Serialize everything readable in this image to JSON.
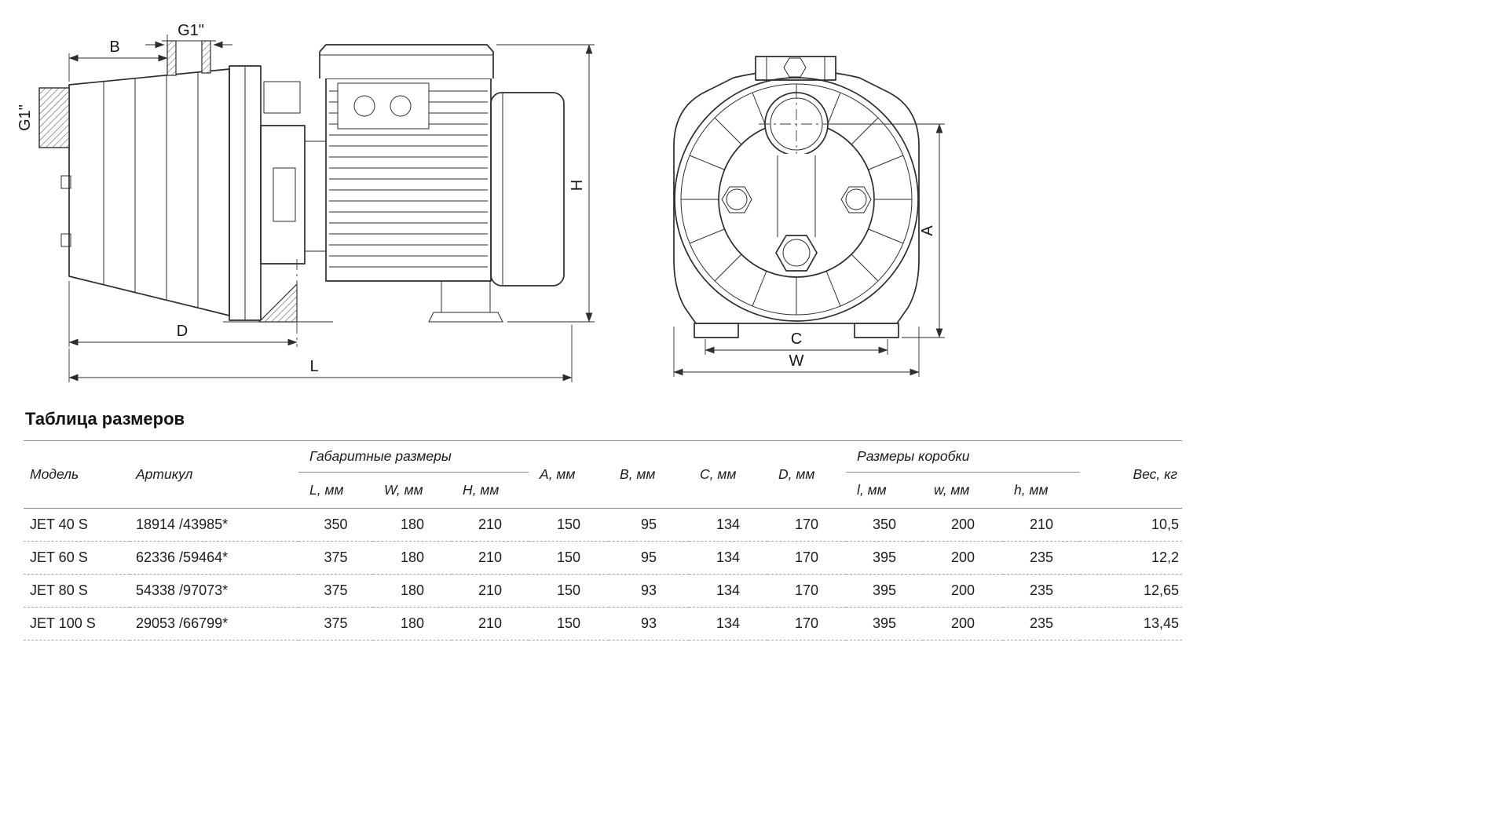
{
  "drawing": {
    "side": {
      "B": "B",
      "G1_top": "G1\"",
      "G1_side": "G1\"",
      "H": "H",
      "D": "D",
      "L": "L"
    },
    "front": {
      "A": "A",
      "C": "C",
      "W": "W"
    }
  },
  "table": {
    "title": "Таблица размеров",
    "groups": {
      "overall": "Габаритные размеры",
      "box": "Размеры коробки"
    },
    "headers": {
      "model": "Модель",
      "article": "Артикул",
      "L": "L, мм",
      "W": "W, мм",
      "H": "H, мм",
      "A": "A, мм",
      "B": "B, мм",
      "C": "C, мм",
      "D": "D, мм",
      "l": "l, мм",
      "w": "w, мм",
      "h": "h, мм",
      "weight": "Вес, кг"
    },
    "rows": [
      {
        "model": "JET 40 S",
        "article": "18914 /43985*",
        "L": "350",
        "W": "180",
        "H": "210",
        "A": "150",
        "B": "95",
        "C": "134",
        "D": "170",
        "l": "350",
        "w": "200",
        "h": "210",
        "weight": "10,5"
      },
      {
        "model": "JET 60 S",
        "article": "62336 /59464*",
        "L": "375",
        "W": "180",
        "H": "210",
        "A": "150",
        "B": "95",
        "C": "134",
        "D": "170",
        "l": "395",
        "w": "200",
        "h": "235",
        "weight": "12,2"
      },
      {
        "model": "JET 80 S",
        "article": "54338 /97073*",
        "L": "375",
        "W": "180",
        "H": "210",
        "A": "150",
        "B": "93",
        "C": "134",
        "D": "170",
        "l": "395",
        "w": "200",
        "h": "235",
        "weight": "12,65"
      },
      {
        "model": "JET 100 S",
        "article": "29053 /66799*",
        "L": "375",
        "W": "180",
        "H": "210",
        "A": "150",
        "B": "93",
        "C": "134",
        "D": "170",
        "l": "395",
        "w": "200",
        "h": "235",
        "weight": "13,45"
      }
    ]
  }
}
